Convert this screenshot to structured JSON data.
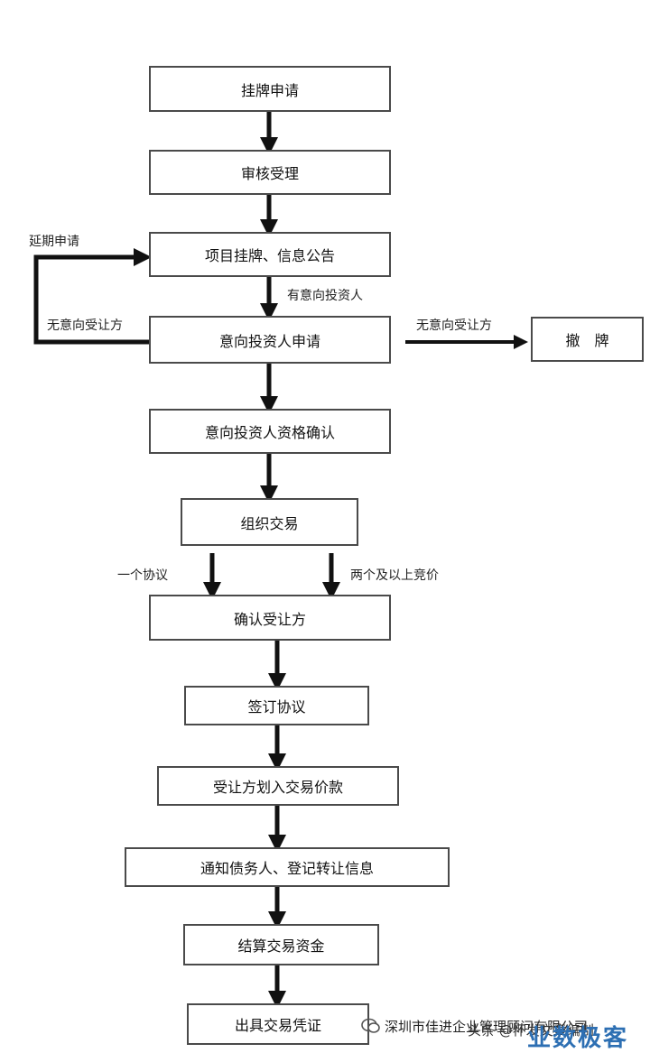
{
  "steps": {
    "listing_application": "挂牌申请",
    "review_acceptance": "审核受理",
    "project_listing": "项目挂牌、信息公告",
    "intended_investor_application": "意向投资人申请",
    "investor_qualification": "意向投资人资格确认",
    "organize_trading": "组织交易",
    "confirm_transferee": "确认受让方",
    "sign_agreement": "签订协议",
    "transfer_payment": "受让方划入交易价款",
    "notify_debtor": "通知债务人、登记转让信息",
    "settle_funds": "结算交易资金",
    "issue_voucher": "出具交易凭证",
    "withdraw_listing": "撤　牌"
  },
  "edge_labels": {
    "extension_application": "延期申请",
    "has_intended_investor": "有意向投资人",
    "no_transferee_left": "无意向受让方",
    "no_transferee_right": "无意向受让方",
    "one_agreement": "一个协议",
    "two_or_more_bidding": "两个及以上竞价"
  },
  "watermark": {
    "company": "深圳市佳进企业管理顾问有限公司",
    "source": "头条 @怀发文章编制",
    "logo": "业数极客"
  },
  "colors": {
    "box_border": "#4a4a4a",
    "arrow": "#111111",
    "logo": "#2d6fb3"
  }
}
